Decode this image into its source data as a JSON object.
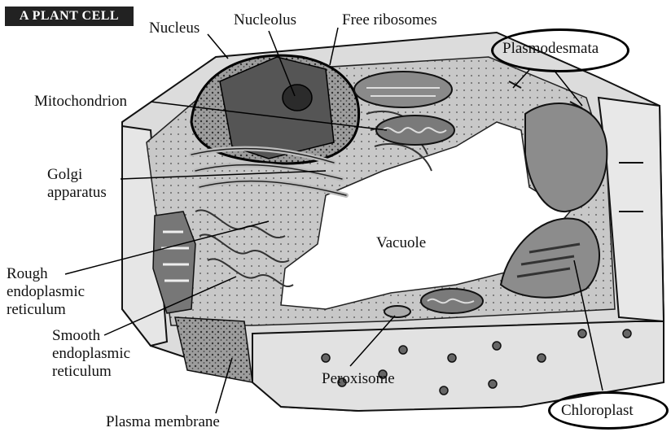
{
  "title": "A PLANT CELL",
  "labels": {
    "nucleus": "Nucleus",
    "nucleolus": "Nucleolus",
    "free_ribosomes": "Free ribosomes",
    "plasmodesmata": "Plasmodesmata",
    "mitochondrion": "Mitochondrion",
    "golgi_1": "Golgi",
    "golgi_2": "apparatus",
    "vacuole": "Vacuole",
    "rough_er_1": "Rough",
    "rough_er_2": "endoplasmic",
    "rough_er_3": "reticulum",
    "smooth_er_1": "Smooth",
    "smooth_er_2": "endoplasmic",
    "smooth_er_3": "reticulum",
    "peroxisome": "Peroxisome",
    "chloroplast": "Chloroplast",
    "plasma_membrane": "Plasma membrane"
  },
  "colors": {
    "wall": "#d9d9d9",
    "cytoplasm": "#b5b5b5",
    "nucleus": "#5a5a5a",
    "vacuole": "#ffffff",
    "chloroplast": "#8c8c8c",
    "outline": "#111111"
  }
}
